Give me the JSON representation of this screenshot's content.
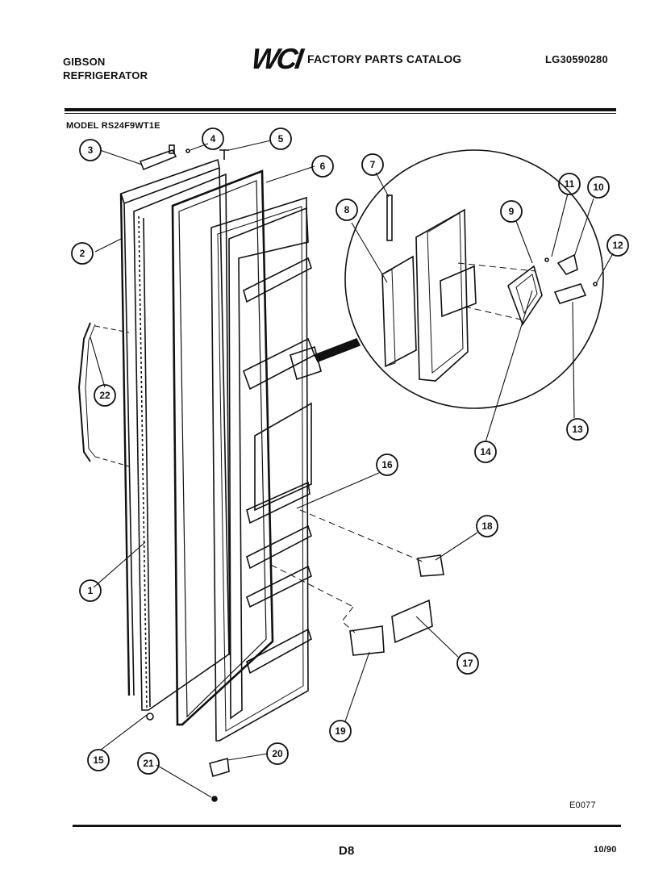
{
  "header": {
    "brand_line1": "GIBSON",
    "brand_line2": "REFRIGERATOR",
    "logo": "WCI",
    "catalog_title": "FACTORY PARTS CATALOG",
    "catalog_number": "LG30590280"
  },
  "model_label": "MODEL RS24F9WT1E",
  "callouts": [
    "1",
    "2",
    "3",
    "4",
    "5",
    "6",
    "7",
    "8",
    "9",
    "10",
    "11",
    "12",
    "13",
    "14",
    "15",
    "16",
    "17",
    "18",
    "19",
    "20",
    "21",
    "22"
  ],
  "footer": {
    "figure_code": "E0077",
    "page": "D8",
    "date": "10/90"
  }
}
